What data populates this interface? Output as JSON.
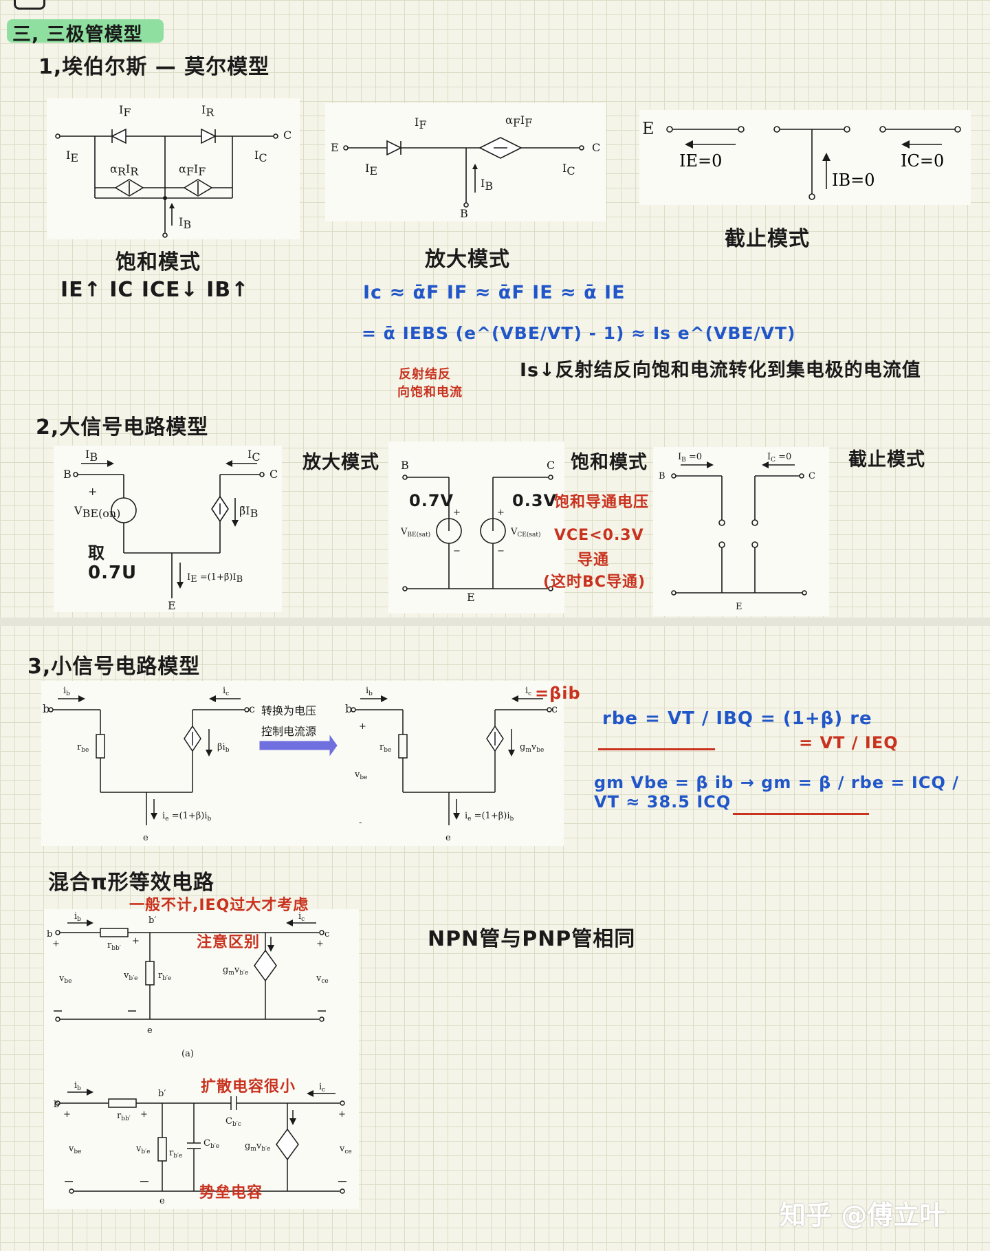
{
  "section_title": "三, 三极管模型",
  "sub1": {
    "title": "1,埃伯尔斯 — 莫尔模型",
    "saturation": {
      "label": "饱和模式",
      "note": "IE↑ IC ICE↓ IB↑"
    },
    "active": {
      "label": "放大模式",
      "formula1": "Ic ≈ ᾱF IF ≈ ᾱF IE ≈ ᾱ IE",
      "formula2": "= ᾱ IEBS (e^(VBE/VT) - 1) ≈ Is e^(VBE/VT)",
      "red_note_line1": "反射结反",
      "red_note_line2": "向饱和电流",
      "is_note": "Is↓反射结反向饱和电流转化到集电极的电流值"
    },
    "cutoff": {
      "label": "截止模式",
      "ie": "IE=0",
      "ib": "IB=0",
      "ic": "IC=0"
    }
  },
  "sub2": {
    "title": "2,大信号电路模型",
    "active_label": "放大模式",
    "saturation_label": "饱和模式",
    "cutoff_label": "截止模式",
    "vbe_take": "取",
    "vbe_val": "0.7U",
    "sat_vbe": "0.7V",
    "sat_vce": "0.3V",
    "sat_red1": "饱和导通电压",
    "sat_red2": "VCE<0.3V",
    "sat_red3": "导通",
    "sat_red4": "(这时BC导通)"
  },
  "sub3": {
    "title": "3,小信号电路模型",
    "convert_line1": "转换为电压",
    "convert_line2": "控制电流源",
    "ic_note": "=βib",
    "rbe_formula": "rbe = VT / IBQ = (1+β) re",
    "re_formula": "= VT / IEQ",
    "gm_formula": "gm Vbe = β ib → gm = β / rbe = ICQ / VT ≈ 38.5 ICQ",
    "hybrid_title": "混合π形等效电路",
    "hybrid_note1": "一般不计,IEQ过大才考虑",
    "hybrid_note2": "注意区别",
    "hybrid_note3": "扩散电容很小",
    "hybrid_note4": "势垒电容",
    "fig_a": "(a)",
    "npn_note": "NPN管与PNP管相同"
  },
  "watermark": "知乎 @傅立叶"
}
